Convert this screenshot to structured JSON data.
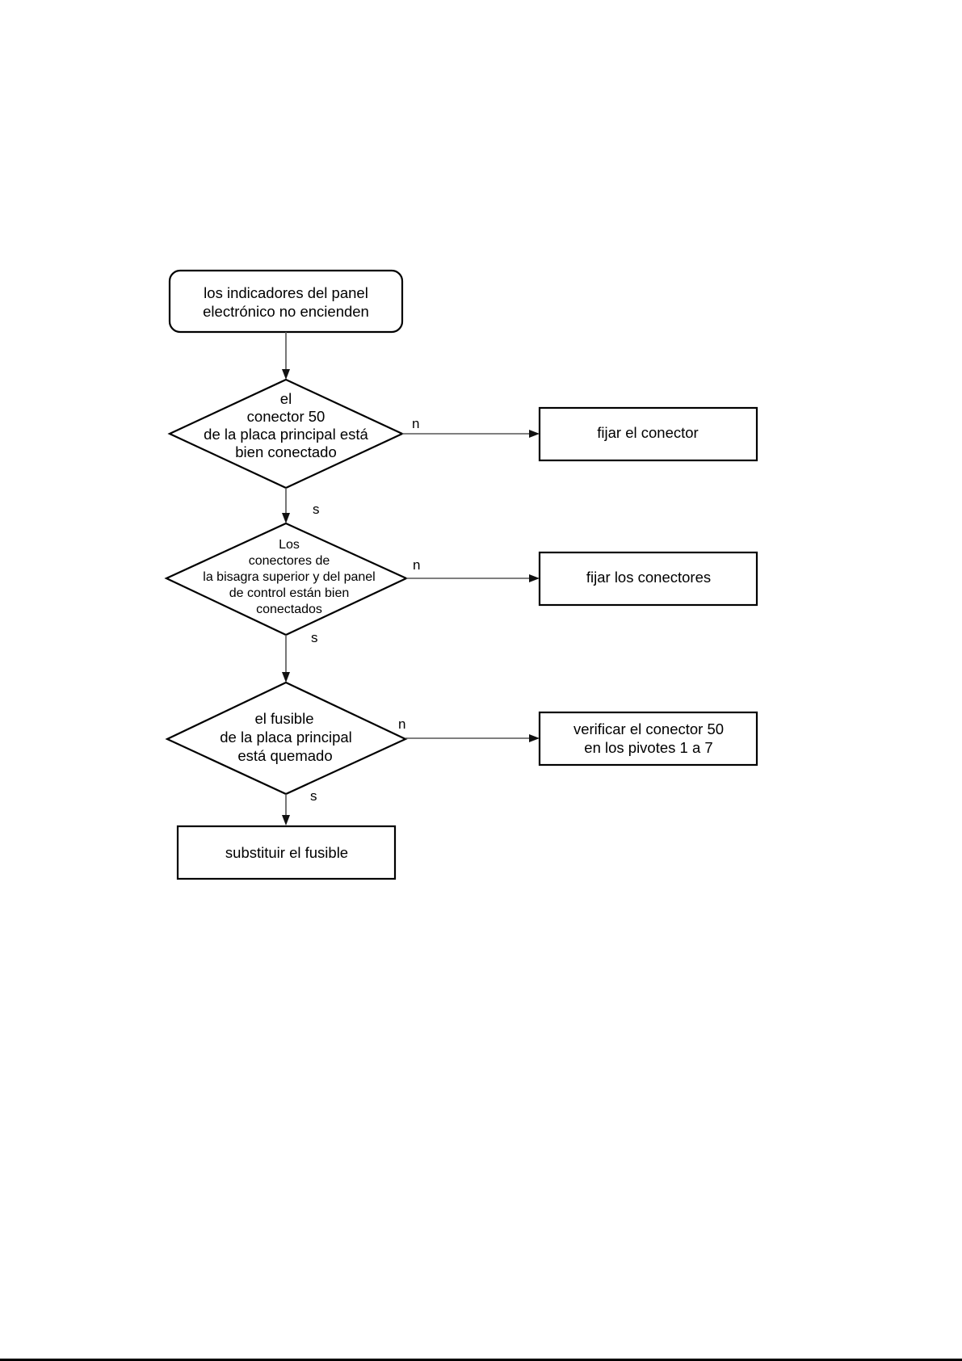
{
  "flowchart": {
    "start": {
      "lines": [
        "los indicadores del panel",
        "electrónico no encienden"
      ]
    },
    "decisions": [
      {
        "lines": [
          "el",
          "conector 50",
          "de la placa principal está",
          "bien conectado"
        ],
        "no_label": "n",
        "yes_label": "s",
        "no_action": [
          "fijar el conector"
        ]
      },
      {
        "lines": [
          "Los",
          "conectores de",
          "la bisagra superior y del panel",
          "de control están  bien",
          "conectados"
        ],
        "no_label": "n",
        "yes_label": "s",
        "no_action": [
          "fijar los conectores"
        ]
      },
      {
        "lines": [
          "el fusible",
          "de la placa principal",
          "está quemado"
        ],
        "no_label": "n",
        "yes_label": "s",
        "no_action": [
          "verificar el conector 50",
          " en los pivotes 1 a 7"
        ]
      }
    ],
    "end": {
      "lines": [
        "substituir el fusible"
      ]
    }
  },
  "colors": {
    "stroke": "#000000",
    "connector": "#555555",
    "background": "#ffffff"
  }
}
